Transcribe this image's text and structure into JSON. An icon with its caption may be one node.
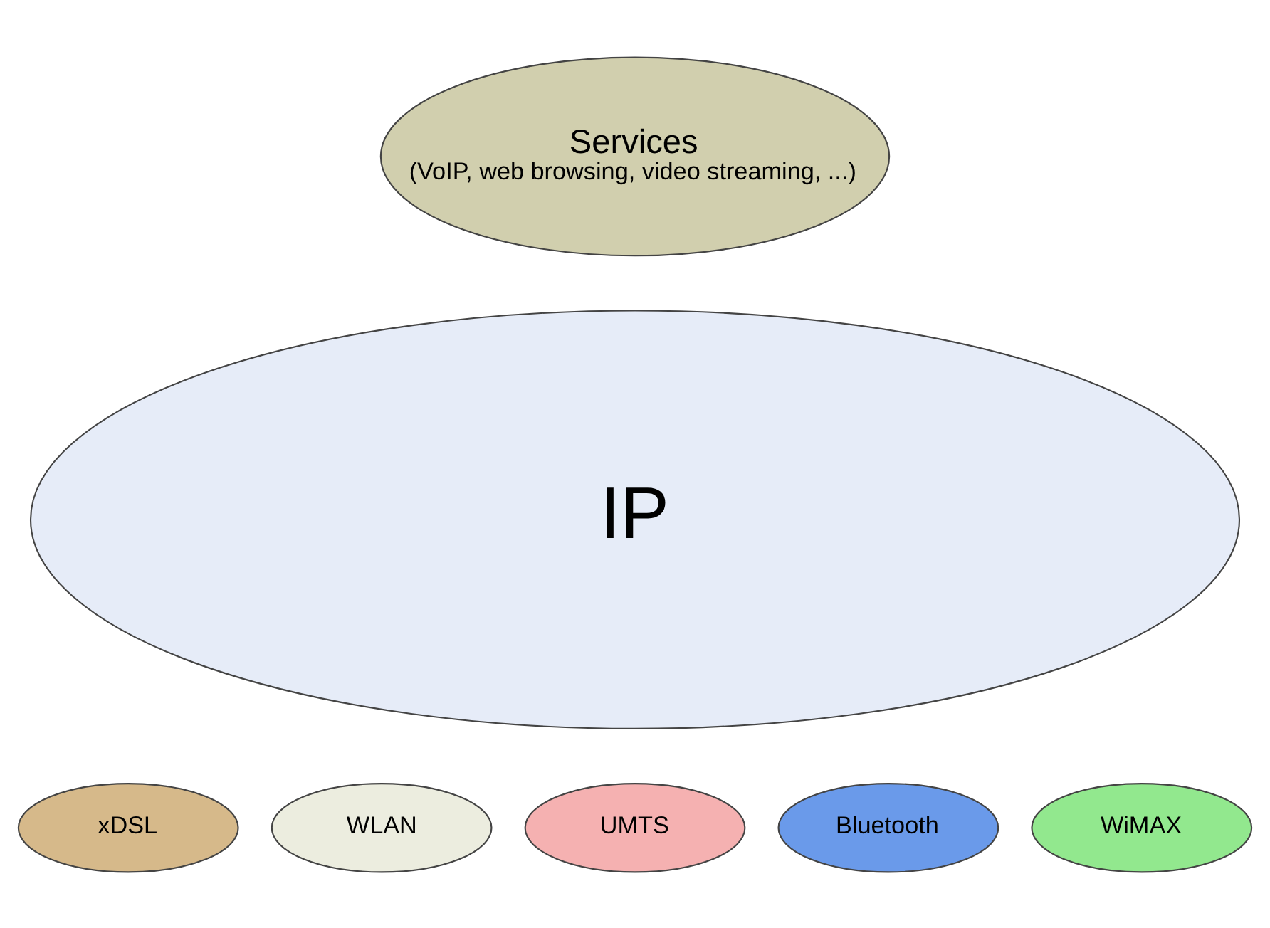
{
  "diagram": {
    "nodes": [
      {
        "text": [
          "Services",
          "(VoIP, web browsing, video streaming, ...)"
        ]
      },
      {
        "text": [
          "IP"
        ]
      },
      {
        "text": [
          "xDSL"
        ]
      },
      {
        "text": [
          "WLAN"
        ]
      },
      {
        "text": [
          "UMTS"
        ]
      },
      {
        "text": [
          "Bluetooth"
        ]
      },
      {
        "text": [
          "WiMAX"
        ]
      }
    ]
  }
}
